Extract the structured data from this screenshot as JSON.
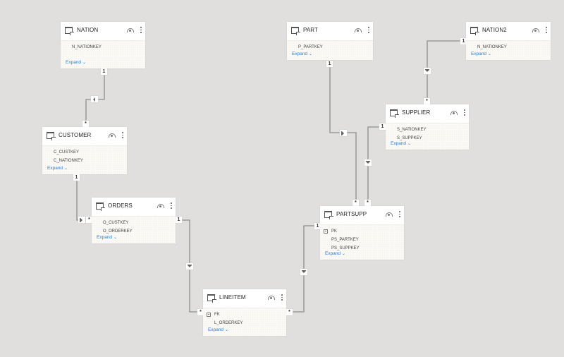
{
  "canvas": {
    "background": "#e0dfdd",
    "line_color": "#8d8d8d",
    "card_bg": "#faf9f5",
    "link_color": "#2b7cd3"
  },
  "tables": {
    "nation": {
      "title": "NATION",
      "fields": [
        "N_NATIONKEY"
      ],
      "expand": "Expand"
    },
    "customer": {
      "title": "CUSTOMER",
      "fields": [
        "C_CUSTKEY",
        "C_NATIONKEY"
      ],
      "expand": "Expand"
    },
    "orders": {
      "title": "ORDERS",
      "fields": [
        "O_CUSTKEY",
        "O_ORDERKEY"
      ],
      "expand": "Expand"
    },
    "lineitem": {
      "title": "LINEITEM",
      "measures": [
        "FK"
      ],
      "fields": [
        "L_ORDERKEY"
      ],
      "expand": "Expand"
    },
    "part": {
      "title": "PART",
      "fields": [
        "P_PARTKEY"
      ],
      "expand": "Expand"
    },
    "nation2": {
      "title": "NATION2",
      "fields": [
        "N_NATIONKEY"
      ],
      "expand": "Expand"
    },
    "supplier": {
      "title": "SUPPLIER",
      "fields": [
        "S_NATIONKEY",
        "S_SUPPKEY"
      ],
      "expand": "Expand"
    },
    "partsupp": {
      "title": "PARTSUPP",
      "measures": [
        "PK"
      ],
      "fields": [
        "PS_PARTKEY",
        "PS_SUPPKEY"
      ],
      "expand": "Expand"
    }
  },
  "relationships": [
    {
      "from": "NATION",
      "to": "CUSTOMER",
      "from_card": "1",
      "to_card": "*"
    },
    {
      "from": "CUSTOMER",
      "to": "ORDERS",
      "from_card": "1",
      "to_card": "*"
    },
    {
      "from": "ORDERS",
      "to": "LINEITEM",
      "from_card": "1",
      "to_card": "*"
    },
    {
      "from": "PARTSUPP",
      "to": "LINEITEM",
      "from_card": "1",
      "to_card": "*"
    },
    {
      "from": "PART",
      "to": "PARTSUPP",
      "from_card": "1",
      "to_card": "*"
    },
    {
      "from": "SUPPLIER",
      "to": "PARTSUPP",
      "from_card": "1",
      "to_card": "*"
    },
    {
      "from": "NATION2",
      "to": "SUPPLIER",
      "from_card": "1",
      "to_card": "*"
    }
  ],
  "cardinality": {
    "one": "1",
    "many": "*"
  }
}
